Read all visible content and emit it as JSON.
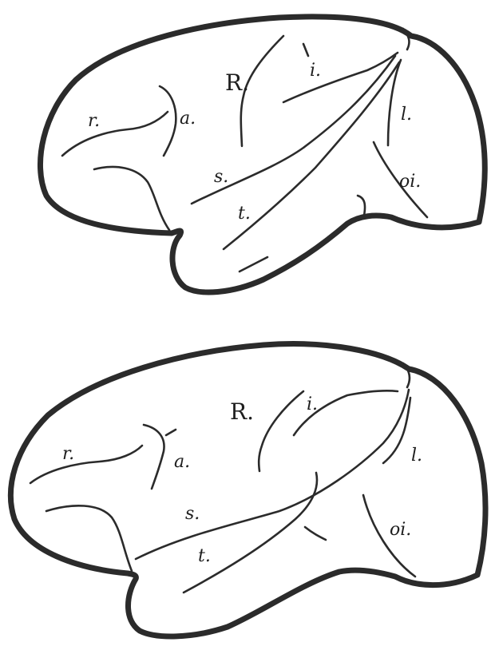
{
  "figure": {
    "brains": [
      {
        "labels": {
          "R": "R.",
          "i": "i.",
          "l": "l.",
          "r": "r.",
          "a": "a.",
          "s": "s.",
          "t": "t.",
          "oi": "oi."
        }
      },
      {
        "labels": {
          "R": "R.",
          "i": "i.",
          "l": "l.",
          "r": "r.",
          "a": "a.",
          "s": "s.",
          "t": "t.",
          "oi": "oi."
        }
      }
    ]
  }
}
